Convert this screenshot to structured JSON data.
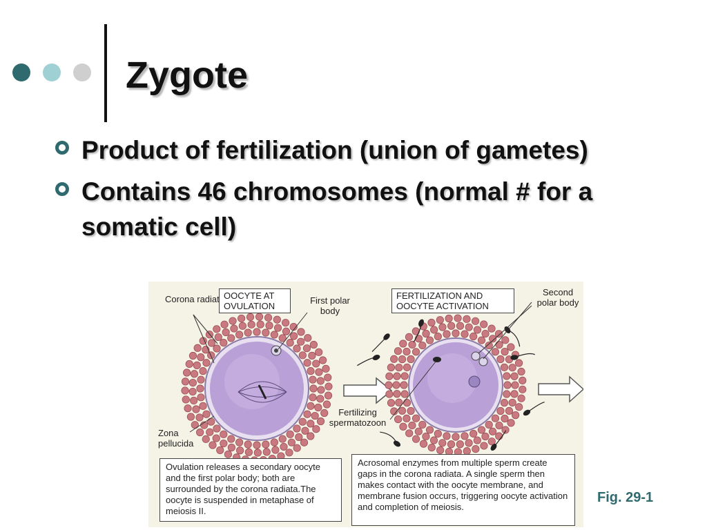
{
  "slide": {
    "title": "Zygote",
    "bullets": [
      "Product of fertilization (union of gametes)",
      "Contains 46 chromosomes (normal # for a somatic cell)"
    ],
    "figure_label": "Fig. 29-1"
  },
  "figure": {
    "left_panel": {
      "box_title": "OOCYTE AT OVULATION",
      "labels": {
        "corona_radiata": "Corona radiata",
        "first_polar_body": "First polar body",
        "zona_pellucida": "Zona pellucida"
      },
      "caption": "Ovulation releases a secondary oocyte and the first polar body; both are surrounded by the corona radiata.The oocyte is suspended in metaphase of meiosis II."
    },
    "right_panel": {
      "box_title": "FERTILIZATION AND OOCYTE ACTIVATION",
      "labels": {
        "second_polar_body": "Second polar body",
        "fertilizing_spermatozoon": "Fertilizing spermatozoon"
      },
      "caption": "Acrosomal enzymes from multiple sperm create gaps in the corona radiata. A single sperm then makes contact with the oocyte membrane, and membrane fusion occurs, triggering oocyte activation and completion of meiosis."
    },
    "colors": {
      "background": "#f5f2e6",
      "oocyte": "#b9a0d6",
      "zona": "#e8e0f0",
      "corona_cells": "#c97a80"
    }
  }
}
